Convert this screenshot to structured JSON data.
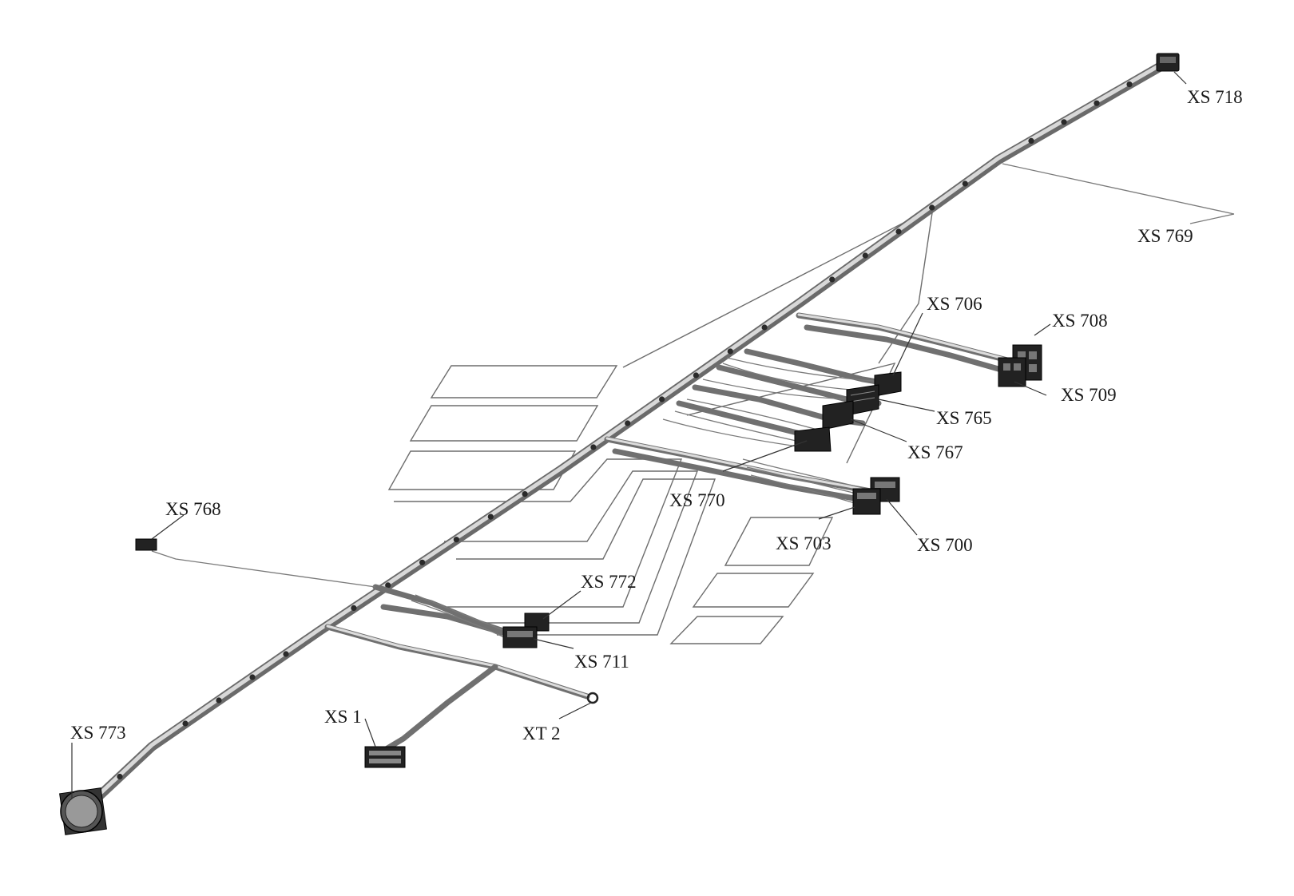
{
  "diagram": {
    "labels": {
      "xs718": "XS 718",
      "xs769": "XS 769",
      "xs706": "XS 706",
      "xs708": "XS 708",
      "xs709": "XS 709",
      "xs765": "XS 765",
      "xs767": "XS 767",
      "xs770": "XS 770",
      "xs700": "XS 700",
      "xs703": "XS 703",
      "xs768": "XS 768",
      "xs772": "XS 772",
      "xs711": "XS 711",
      "xs773": "XS 773",
      "xs1": "XS 1",
      "xt2": "XT 2"
    }
  }
}
